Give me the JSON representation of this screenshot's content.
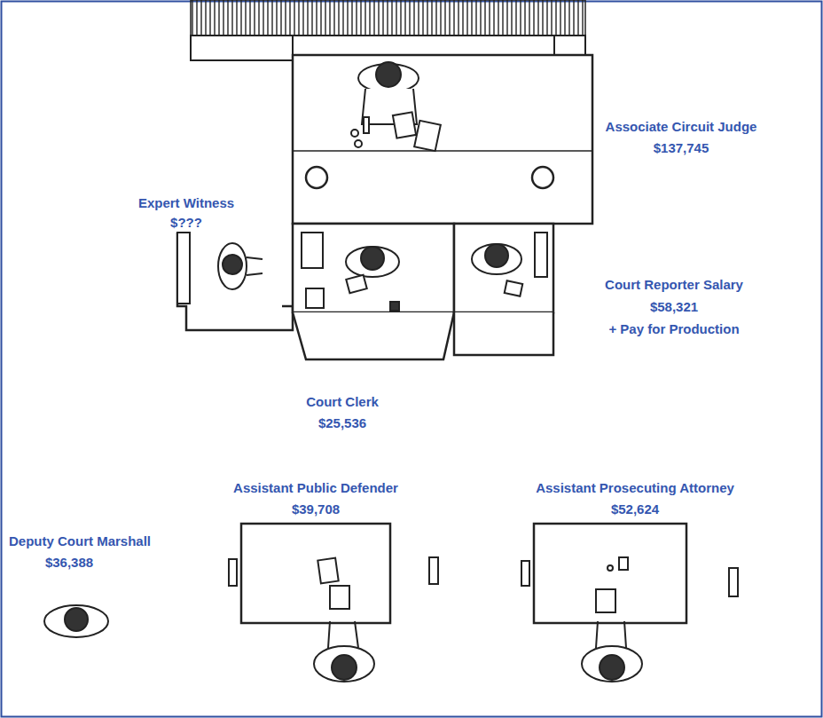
{
  "diagram": {
    "labels": [
      "Associate Circuit Judge",
      "$137,745",
      "Expert Witness",
      "$???",
      "Court Reporter Salary",
      "$58,321",
      "+ Pay for Production",
      "Court Clerk",
      "$25,536",
      "Assistant Public Defender",
      "$39,708",
      "Assistant Prosecuting Attorney",
      "$52,624",
      "Deputy Court Marshall",
      "$36,388"
    ]
  }
}
